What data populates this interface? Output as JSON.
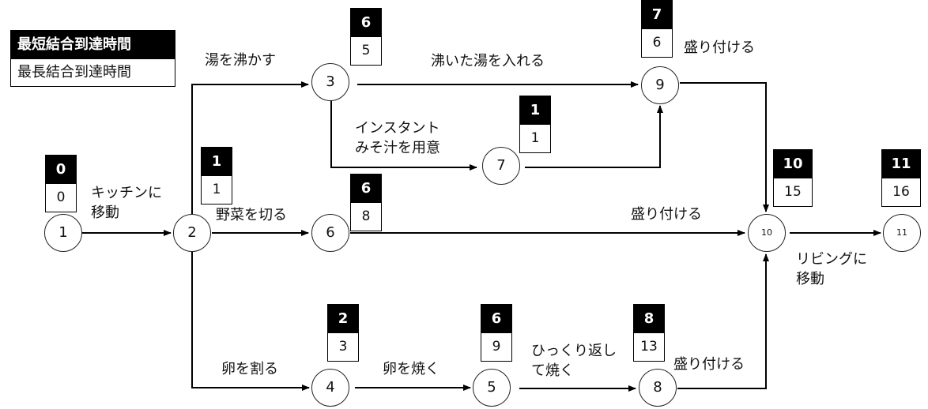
{
  "legend": {
    "earliest_label": "最短結合到達時間",
    "latest_label": "最長結合到達時間"
  },
  "colors": {
    "earliest_bg": "#000000",
    "latest_bg": "#ffffff",
    "line": "#000000"
  },
  "nodes": [
    {
      "id": "1",
      "label": "1",
      "earliest": "0",
      "latest": "0"
    },
    {
      "id": "2",
      "label": "2",
      "earliest": "1",
      "latest": "1"
    },
    {
      "id": "3",
      "label": "3",
      "earliest": "6",
      "latest": "5"
    },
    {
      "id": "4",
      "label": "4",
      "earliest": "2",
      "latest": "3"
    },
    {
      "id": "5",
      "label": "5",
      "earliest": "6",
      "latest": "9"
    },
    {
      "id": "6",
      "label": "6",
      "earliest": "6",
      "latest": "8"
    },
    {
      "id": "7",
      "label": "7",
      "earliest": "1",
      "latest": "1"
    },
    {
      "id": "8",
      "label": "8",
      "earliest": "8",
      "latest": "13"
    },
    {
      "id": "9",
      "label": "9",
      "earliest": "7",
      "latest": "6"
    },
    {
      "id": "10",
      "label": "10",
      "earliest": "10",
      "latest": "15"
    },
    {
      "id": "11",
      "label": "11",
      "earliest": "11",
      "latest": "16"
    }
  ],
  "activities": [
    {
      "from": "1",
      "to": "2",
      "label_line1": "キッチンに",
      "label_line2": "移動"
    },
    {
      "from": "2",
      "to": "3",
      "label_line1": "湯を沸かす",
      "label_line2": ""
    },
    {
      "from": "2",
      "to": "6",
      "label_line1": "野菜を切る",
      "label_line2": ""
    },
    {
      "from": "2",
      "to": "4",
      "label_line1": "卵を割る",
      "label_line2": ""
    },
    {
      "from": "3",
      "to": "9",
      "label_line1": "沸いた湯を入れる",
      "label_line2": ""
    },
    {
      "from": "3",
      "to": "7",
      "label_line1": "インスタント",
      "label_line2": "みそ汁を用意"
    },
    {
      "from": "7",
      "to": "9",
      "label_line1": "",
      "label_line2": ""
    },
    {
      "from": "9",
      "to": "10",
      "label_line1": "盛り付ける",
      "label_line2": ""
    },
    {
      "from": "6",
      "to": "10",
      "label_line1": "盛り付ける",
      "label_line2": ""
    },
    {
      "from": "4",
      "to": "5",
      "label_line1": "卵を焼く",
      "label_line2": ""
    },
    {
      "from": "5",
      "to": "8",
      "label_line1": "ひっくり返し",
      "label_line2": "て焼く"
    },
    {
      "from": "8",
      "to": "10",
      "label_line1": "盛り付ける",
      "label_line2": ""
    },
    {
      "from": "10",
      "to": "11",
      "label_line1": "リビングに",
      "label_line2": "移動"
    }
  ]
}
